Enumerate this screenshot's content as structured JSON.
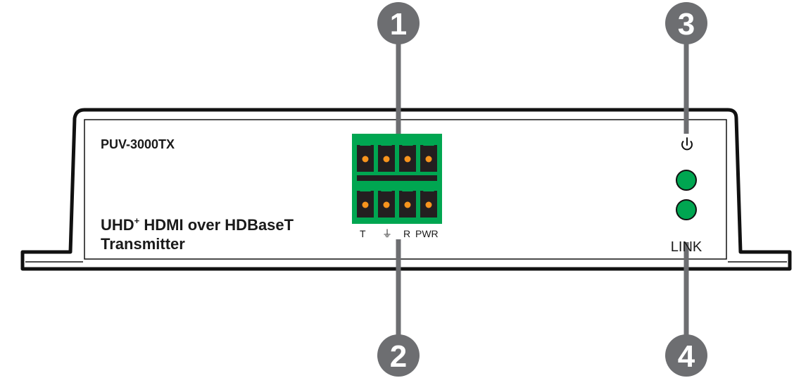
{
  "device": {
    "model": "PUV-3000TX",
    "title_line1_prefix": "UHD",
    "title_line1_sup": "+",
    "title_line1_rest": " HDMI over HDBaseT",
    "title_line2": "Transmitter"
  },
  "terminal_labels": {
    "t": "T",
    "ground": "⏚",
    "r": "R",
    "pwr": "PWR"
  },
  "led": {
    "power_icon": "power-icon",
    "indicator_color": "#00a651",
    "link_label": "LINK"
  },
  "connector": {
    "color": "#00a651",
    "pin_color": "#f7941d"
  },
  "callouts": [
    "1",
    "2",
    "3",
    "4"
  ],
  "colors": {
    "callout_fill": "#6d6e71",
    "outline": "#111111"
  }
}
